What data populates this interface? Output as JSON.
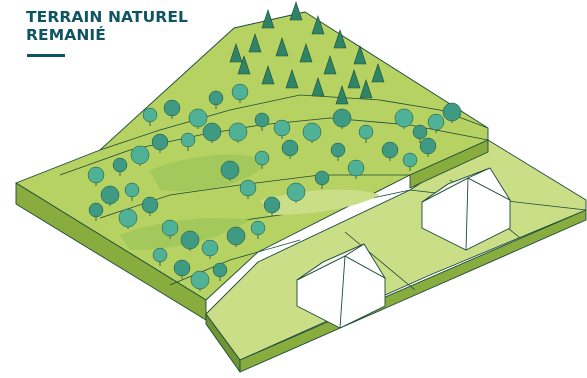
{
  "title": {
    "line1": "TERRAIN NATUREL",
    "line2": "REMANIÉ"
  },
  "colors": {
    "title": "#0f5463",
    "ground_top": "#b5d262",
    "ground_light": "#c9de86",
    "ground_side": "#88ad3e",
    "ground_side_dark": "#6f9433",
    "meadow": "#a3c85b",
    "tree_round": "#3f9a83",
    "tree_round_light": "#4fb296",
    "tree_conifer": "#2f8466",
    "outline": "#1d4a3a",
    "house_wall": "#ffffff"
  },
  "scene": {
    "houses": [
      "house",
      "house"
    ],
    "vegetation": [
      "deciduous-tree",
      "conifer-tree"
    ]
  }
}
